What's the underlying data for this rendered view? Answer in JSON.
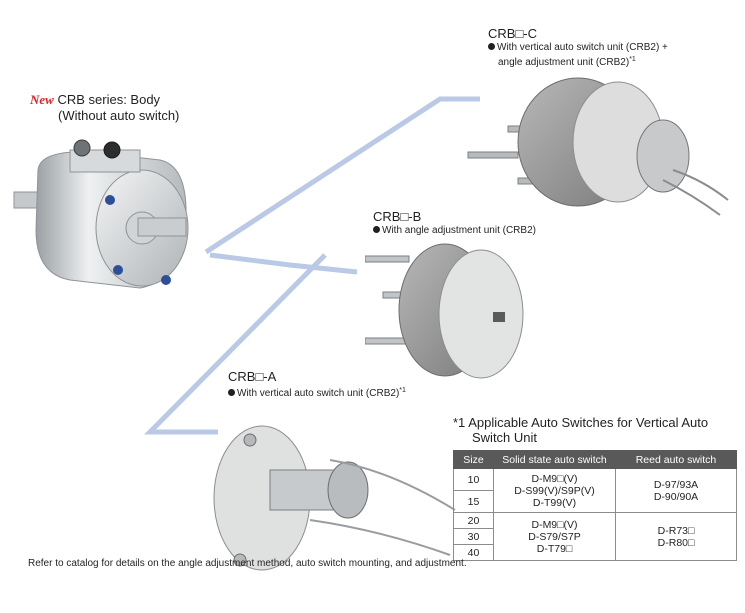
{
  "body_label": {
    "badge": "New",
    "line1": "CRB series: Body",
    "line2": "(Without auto switch)"
  },
  "unit_c": {
    "title": "CRB□-C",
    "desc_line1": "With vertical auto switch unit (CRB2) +",
    "desc_line2": "angle adjustment unit (CRB2)",
    "note_mark": "*1"
  },
  "unit_b": {
    "title": "CRB□-B",
    "desc": "With angle adjustment unit (CRB2)"
  },
  "unit_a": {
    "title": "CRB□-A",
    "desc": "With vertical auto switch unit (CRB2)",
    "note_mark": "*1"
  },
  "switch_table": {
    "heading_mark": "*1",
    "heading_line1": "Applicable Auto Switches for Vertical Auto",
    "heading_line2": "Switch Unit",
    "headers": [
      "Size",
      "Solid state auto switch",
      "Reed auto switch"
    ],
    "sizes": [
      "10",
      "15",
      "20",
      "30",
      "40"
    ],
    "group1_solid": [
      "D-M9□(V)",
      "D-S99(V)/S9P(V)",
      "D-T99(V)"
    ],
    "group1_reed": [
      "D-97/93A",
      "D-90/90A"
    ],
    "group2_solid": [
      "D-M9□(V)",
      "D-S79/S7P",
      "D-T79□"
    ],
    "group2_reed": [
      "D-R73□",
      "D-R80□"
    ]
  },
  "footnote": "Refer to catalog for details on the angle adjustment method, auto switch mounting, and adjustment.",
  "colors": {
    "connector": "#b9c9e6",
    "table_header": "#595959",
    "badge": "#e0202a"
  }
}
